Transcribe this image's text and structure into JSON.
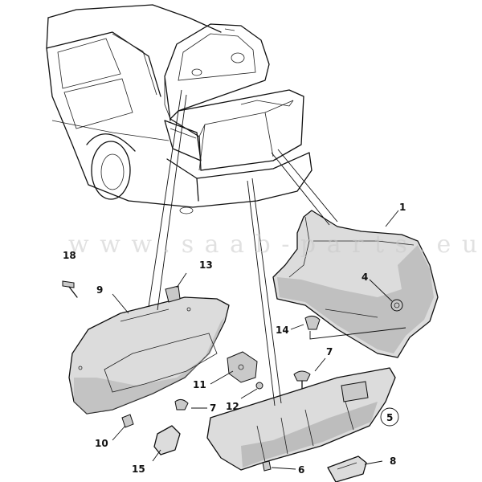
{
  "watermark": "w w w . s a a b - p a r t s . e u",
  "callouts": {
    "c1": "1",
    "c4": "4",
    "c5": "5",
    "c6": "6",
    "c7a": "7",
    "c7b": "7",
    "c8": "8",
    "c9": "9",
    "c10": "10",
    "c11": "11",
    "c12": "12",
    "c13": "13",
    "c14": "14",
    "c15": "15",
    "c18": "18"
  }
}
